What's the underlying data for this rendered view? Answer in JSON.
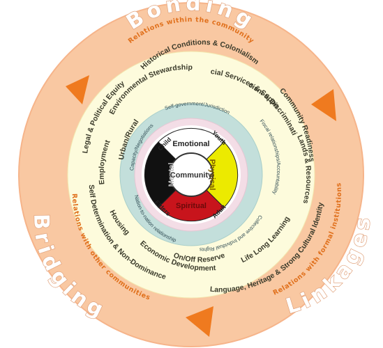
{
  "outer": {
    "bonding": "Bonding",
    "bridging": "Bridging",
    "linkages": "Linkages",
    "bonding_relation": "Relations within the community",
    "bridging_relation": "Relations with other communities",
    "linkages_relation": "Relations with formal institutions"
  },
  "yellow_ring": {
    "historical": "Historical Conditions & Colonialism",
    "social_services": "Social Services & Supports",
    "community_readiness": "Community Readiness",
    "environmental": "Environmental Stewardship",
    "racism": "Racism & Discrimination",
    "lands": "Lands & Resources",
    "legal": "Legal & Political Equity",
    "urban_rural": "Urban/Rural",
    "employment": "Employment",
    "self_determination": "Self Determination & Non-Dominance",
    "housing": "Housing",
    "economic": "Economic Development",
    "on_off_reserve": "On/Off Reserve",
    "life_long": "Life Long Learning",
    "language": "Language, Heritage & Strong Cultural Identity"
  },
  "teal_ring": {
    "self_government": "Self-government/Jurisdiction",
    "fiscal": "Fiscal relationships/Accountability",
    "collective": "Collective and Individual Rights",
    "nation": "Nation-to-nation relationship",
    "capacity": "Capacity/Negotiations"
  },
  "medicine_wheel": {
    "center": "Community",
    "emotional": "Emotional",
    "physical": "Physical",
    "spiritual": "Spiritual",
    "mental": "Mental",
    "child": "Child",
    "youth": "Youth",
    "adult": "Adult",
    "elders": "Elders"
  },
  "colors": {
    "outer_ring": "#f9c8a2",
    "relation_text": "#e0701c",
    "arrow": "#ef7a1f",
    "yellow_ring": "#fdfbdc",
    "teal_ring": "#c3dfdb",
    "pink_ring": "#f3dde6",
    "wheel_white": "#ffffff",
    "wheel_yellow": "#ecea00",
    "wheel_red": "#c8141c",
    "wheel_black": "#111111"
  },
  "icons": {
    "arrows": [
      "triangle-arrow-left",
      "triangle-arrow-right",
      "triangle-arrow-bottom"
    ]
  }
}
